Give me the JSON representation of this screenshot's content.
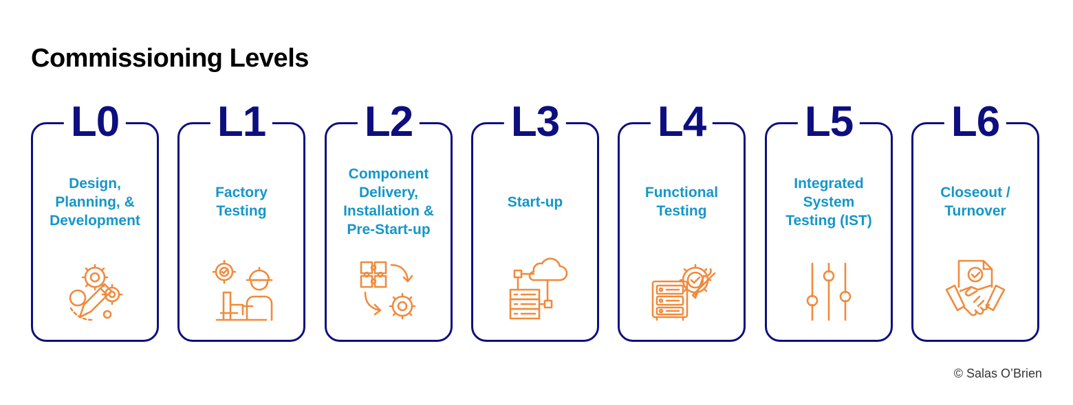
{
  "title": "Commissioning Levels",
  "colors": {
    "border": "#0d0f7f",
    "level_text": "#0d0f7f",
    "label_text": "#1596c8",
    "icon": "#f08a3c"
  },
  "levels": [
    {
      "level": "L0",
      "label": "Design,\nPlanning, &\nDevelopment",
      "icon": "design-gears-pencil-icon"
    },
    {
      "level": "L1",
      "label": "Factory\nTesting",
      "icon": "factory-worker-icon"
    },
    {
      "level": "L2",
      "label": "Component\nDelivery,\nInstallation &\nPre-Start-up",
      "icon": "puzzle-gear-icon"
    },
    {
      "level": "L3",
      "label": "Start-up",
      "icon": "server-cloud-icon"
    },
    {
      "level": "L4",
      "label": "Functional\nTesting",
      "icon": "server-gear-wrench-icon"
    },
    {
      "level": "L5",
      "label": "Integrated\nSystem\nTesting (IST)",
      "icon": "sliders-icon"
    },
    {
      "level": "L6",
      "label": "Closeout /\nTurnover",
      "icon": "handshake-document-icon"
    }
  ],
  "copyright": "© Salas O’Brien"
}
